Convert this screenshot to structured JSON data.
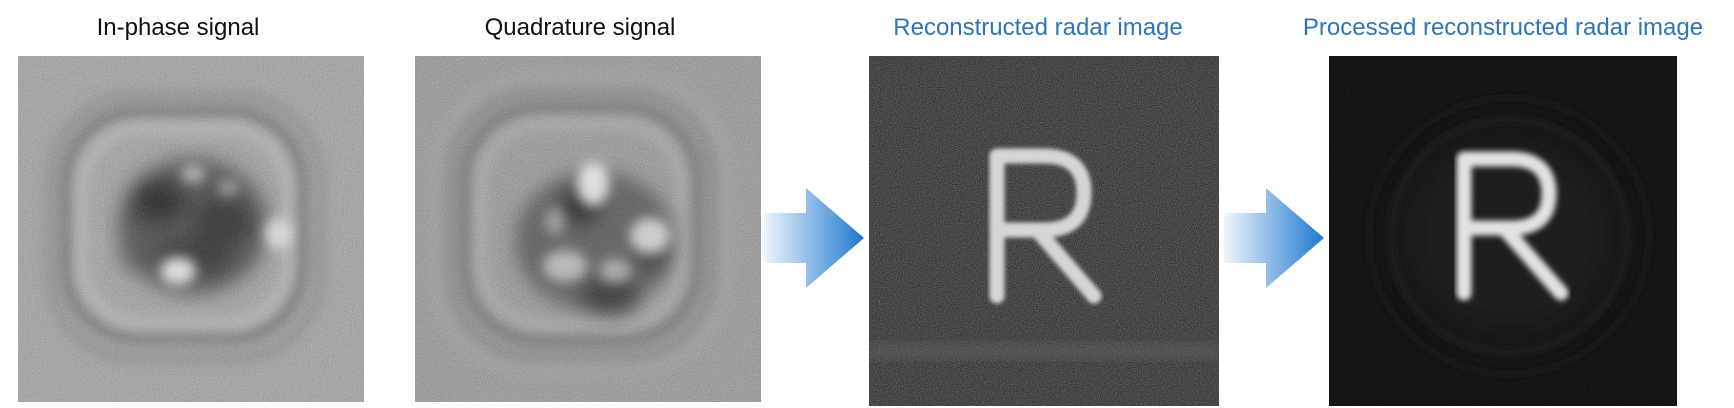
{
  "panels": [
    {
      "title": "In-phase signal",
      "title_color": "#111111"
    },
    {
      "title": "Quadrature signal",
      "title_color": "#111111"
    },
    {
      "title": "Reconstructed radar image",
      "title_color": "#2e75b6"
    },
    {
      "title": "Processed reconstructed radar image",
      "title_color": "#2e75b6"
    }
  ],
  "colors": {
    "accent": "#2e75b6",
    "arrow_start": "#eaf2fb",
    "arrow_end": "#1f78cf"
  },
  "icons": [
    "right-arrow-icon",
    "right-arrow-icon"
  ]
}
